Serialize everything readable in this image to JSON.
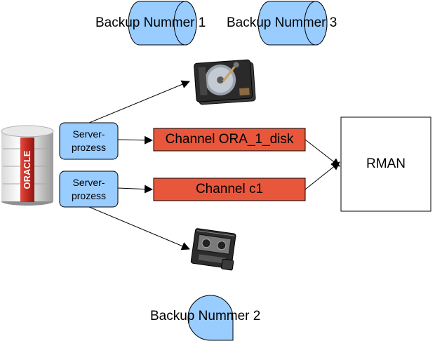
{
  "backups": {
    "b1": "Backup Nummer 1",
    "b3": "Backup Nummer 3",
    "b2": "Backup Nummer 2"
  },
  "server_processes": {
    "top_line1": "Server-",
    "top_line2": "prozess",
    "bottom_line1": "Server-",
    "bottom_line2": "prozess"
  },
  "channels": {
    "disk": "Channel ORA_1_disk",
    "c1": "Channel c1"
  },
  "rman": {
    "label": "RMAN"
  },
  "database": {
    "logo_text": "ORACLE"
  },
  "colors": {
    "backup_fill": "#99ccff",
    "server_fill": "#99ccff",
    "channel_fill": "#e8573c",
    "stroke": "#000000",
    "database_red": "#c8322a"
  }
}
